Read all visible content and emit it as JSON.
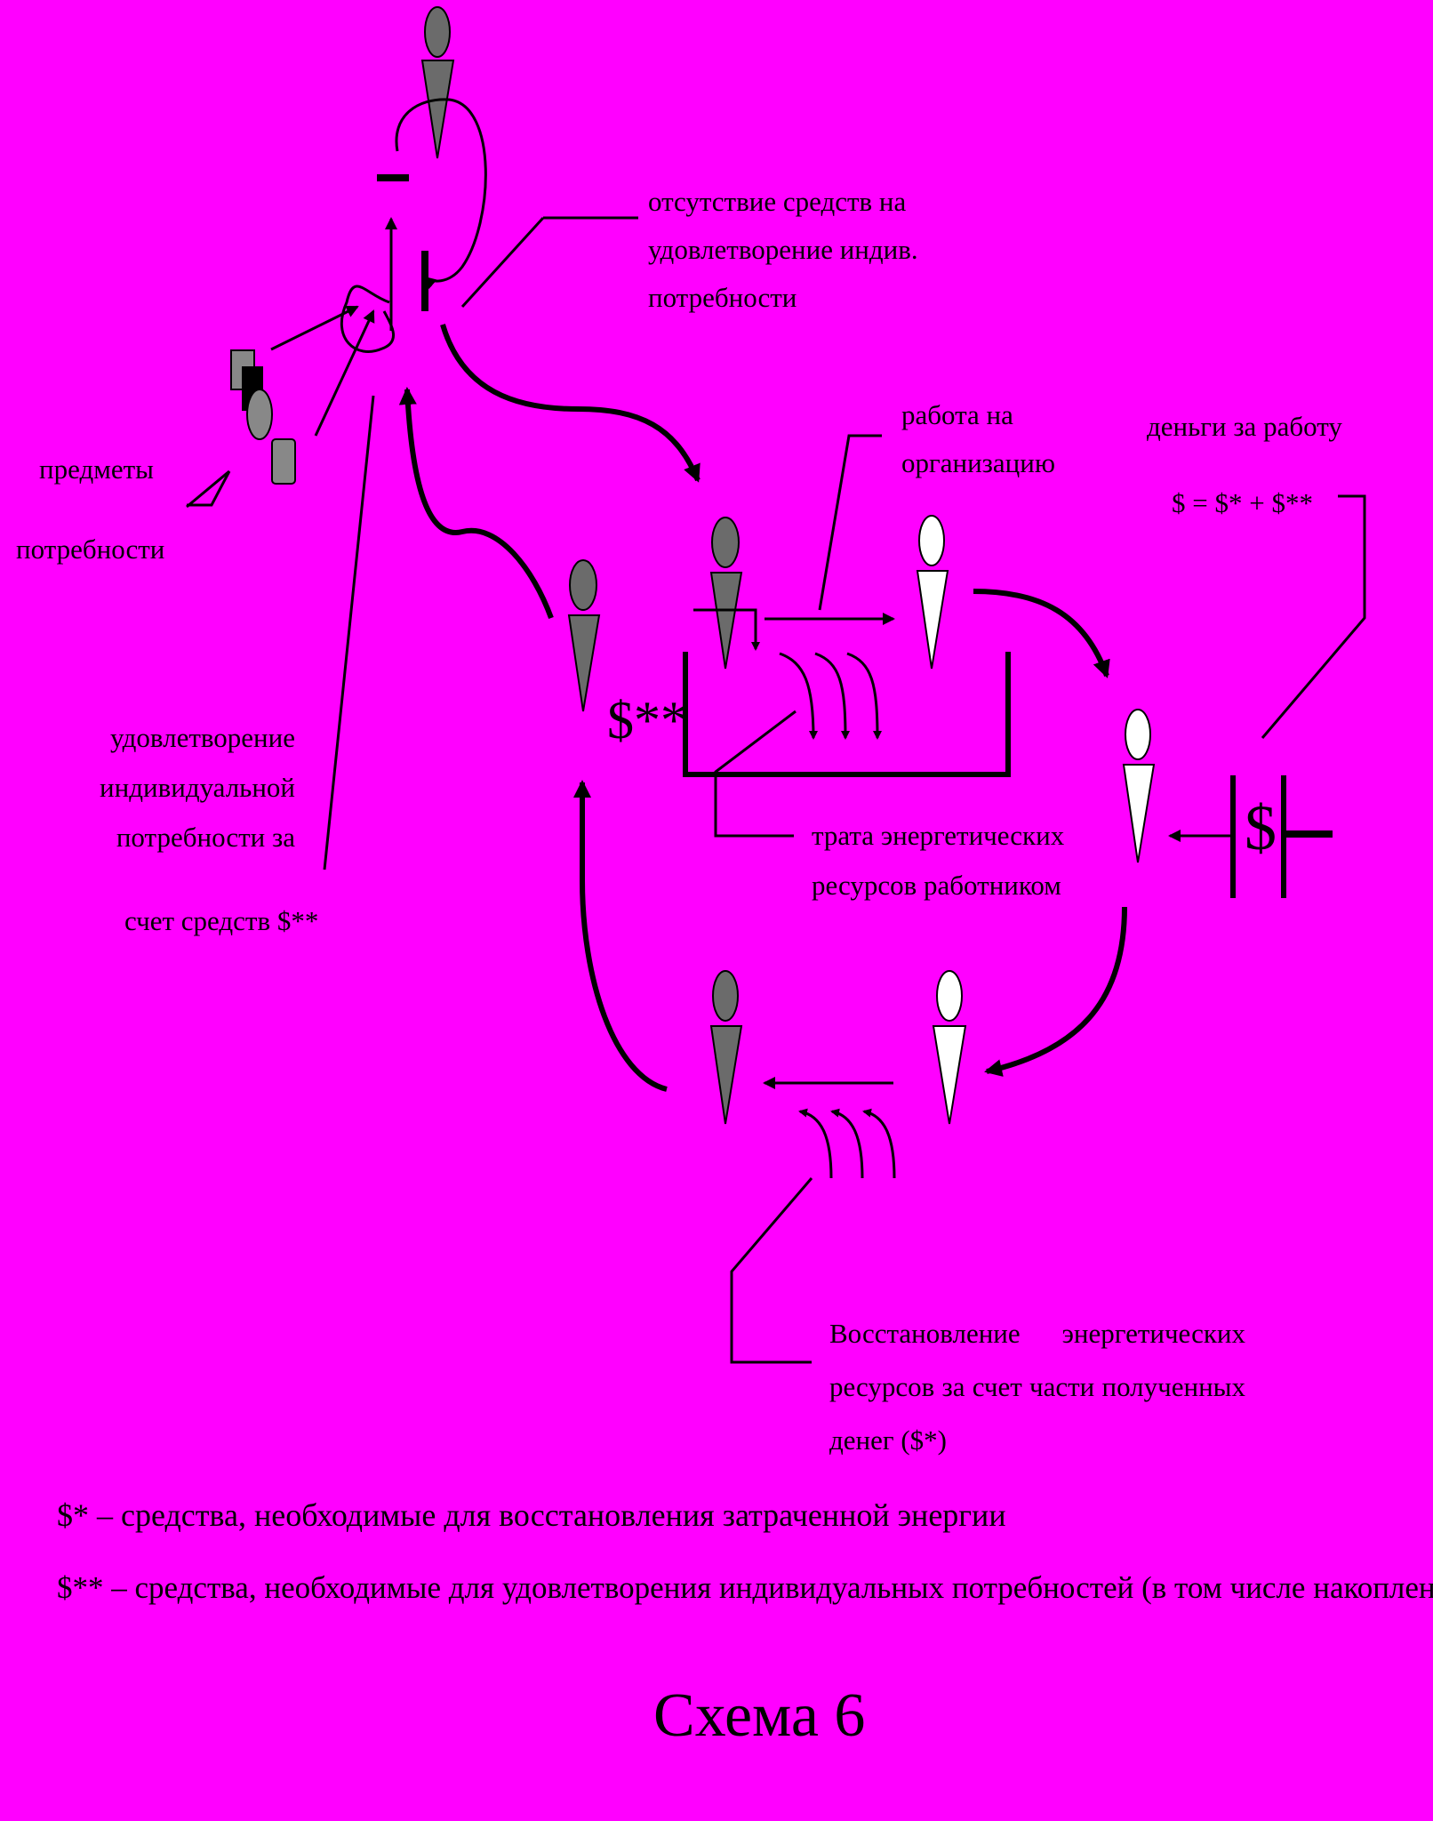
{
  "labels": {
    "lack_of_funds": "отсутствие средств на удовлетворение индив. потребности",
    "items_of_needs_1": "предметы",
    "items_of_needs_2": "потребности",
    "work_for_org": "работа на организацию",
    "money_for_work_1": "деньги за работу",
    "money_for_work_2": "$ = $* + $**",
    "dollar_double_star": "$**",
    "satisfaction": "удовлетворение индивидуальной потребности за",
    "satisfaction_funds": "счет средств  $**",
    "energy_spend": "трата энергетических ресурсов работником",
    "dollar": "$",
    "restoration": "Восстановление энергетических ресурсов за счет части полученных денег ($*)"
  },
  "legend": {
    "line1": "$* – средства, необходимые для восстановления затраченной энергии",
    "line2": "$** – средства, необходимые для удовлетворения индивидуальных потребностей (в том числе накопление)"
  },
  "caption": "Схема 6",
  "colors": {
    "background": "#FF00FF",
    "figure_dark": "#6B6B6B",
    "figure_light": "#FFFFFF",
    "ink": "#000000"
  },
  "icons": [
    "person-figure-icon",
    "needs-items-icon",
    "wallet-icon"
  ]
}
